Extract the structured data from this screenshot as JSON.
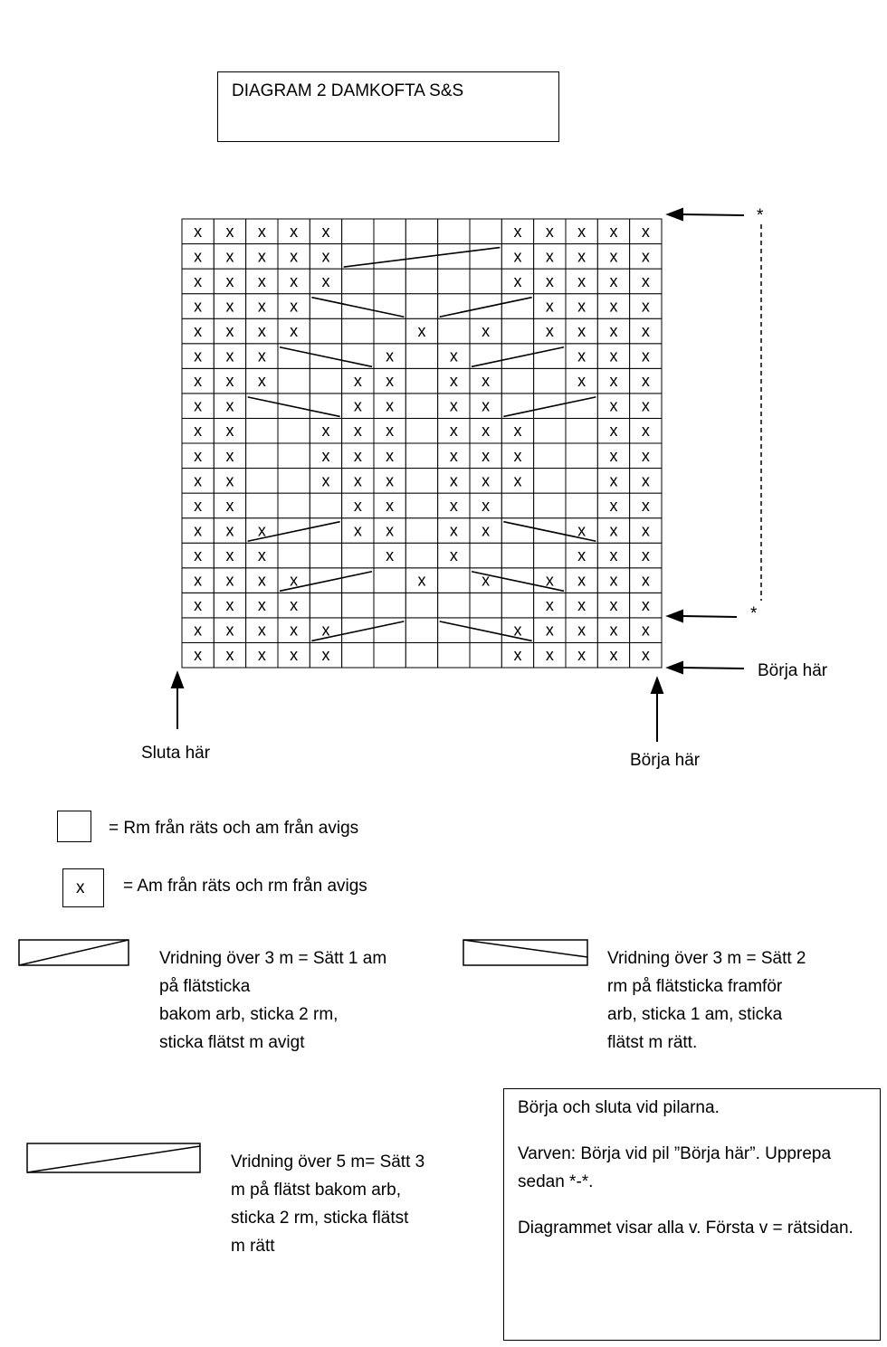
{
  "title": "DIAGRAM 2 DAMKOFTA S&S",
  "chart_data": {
    "type": "table",
    "columns": 15,
    "rows_bottom_to_top": [
      "xxxxx.....xxxxx",
      "xxxxx.....xxxxx",
      "xxxx.......xxxx",
      "xxxx...x.x.xxxx",
      "xxx...x.x...xxx",
      "xxx..xx.xx..xxx",
      "xx...xx.xx...xx",
      "xx..xxx.xxx..xx",
      "xx..xxx.xxx..xx",
      "xx..xxx.xxx..xx",
      "xx...xx.xx...xx",
      "xxx..xx.xx..xxx",
      "xxx...x.x...xxx",
      "xxxx...x.x.xxxx",
      "xxxx.......xxxx",
      "xxxxx.....xxxxx",
      "xxxxx.....xxxxx",
      "xxxxx.....xxxxx"
    ],
    "cell_symbol": "x",
    "cables": [
      {
        "row": 2,
        "from_col": 4,
        "to_col": 7,
        "dir": "right-to-left-low"
      },
      {
        "row": 2,
        "from_col": 8,
        "to_col": 11,
        "dir": "left-to-right-high"
      },
      {
        "row": 4,
        "from_col": 3,
        "to_col": 6,
        "dir": "right-to-left-low"
      },
      {
        "row": 4,
        "from_col": 9,
        "to_col": 12,
        "dir": "left-to-right-high"
      },
      {
        "row": 6,
        "from_col": 2,
        "to_col": 5,
        "dir": "right-to-left-low"
      },
      {
        "row": 6,
        "from_col": 10,
        "to_col": 13,
        "dir": "left-to-right-high"
      },
      {
        "row": 11,
        "from_col": 2,
        "to_col": 5,
        "dir": "left-to-right-low"
      },
      {
        "row": 11,
        "from_col": 10,
        "to_col": 13,
        "dir": "right-to-left-high"
      },
      {
        "row": 13,
        "from_col": 3,
        "to_col": 6,
        "dir": "left-to-right-low"
      },
      {
        "row": 13,
        "from_col": 9,
        "to_col": 12,
        "dir": "right-to-left-high"
      },
      {
        "row": 15,
        "from_col": 4,
        "to_col": 7,
        "dir": "left-to-right-low"
      },
      {
        "row": 15,
        "from_col": 8,
        "to_col": 11,
        "dir": "right-to-left-high"
      },
      {
        "row": 17,
        "from_col": 5,
        "to_col": 10,
        "dir": "right-to-left-low"
      }
    ]
  },
  "markers": {
    "star": "*",
    "start_here": "Börja här",
    "end_here": "Sluta här"
  },
  "legend": {
    "empty_cell": "= Rm från räts och am från avigs",
    "x_cell_symbol": "x",
    "x_cell": "= Am från räts och rm från avigs",
    "cable_left": [
      "Vridning över 3 m = Sätt 1 am",
      "på flätsticka",
      "bakom arb, sticka 2 rm,",
      "sticka flätst m avigt"
    ],
    "cable_right": [
      "Vridning över 3 m = Sätt 2",
      "rm på flätsticka framför",
      "arb, sticka 1 am, sticka",
      "flätst m rätt."
    ],
    "cable_five": [
      "Vridning över 5 m= Sätt 3",
      "m på flätst bakom arb,",
      "sticka 2 rm, sticka flätst",
      "m rätt"
    ]
  },
  "note": {
    "line1": "Börja och sluta vid pilarna.",
    "line2a": "Varven: Börja vid pil ”Börja här”. Upprepa",
    "line2b": "sedan *-*.",
    "line3": "Diagrammet visar alla v. Första v = rätsidan."
  }
}
